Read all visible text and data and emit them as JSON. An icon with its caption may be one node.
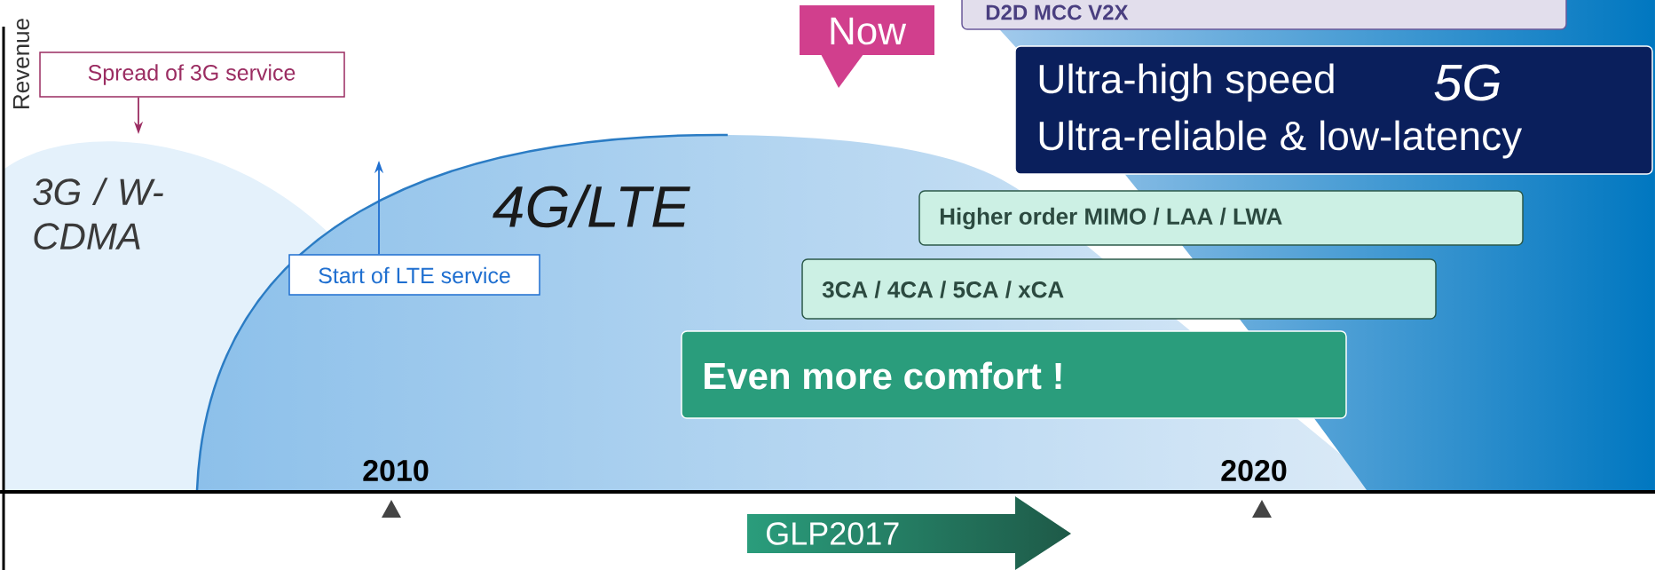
{
  "diagram": {
    "nodes": [
      {
        "text": [
          "Spread of 3G service"
        ]
      },
      {
        "text": [
          "Start of LTE service"
        ]
      },
      {
        "text": [
          "Now"
        ]
      },
      {
        "text": [
          "D2D MCC V2X"
        ]
      },
      {
        "text": [
          "Ultra-high speed",
          "5G",
          "Ultra-reliable & low-latency"
        ]
      },
      {
        "text": [
          "Higher order MIMO / LAA / LWA"
        ]
      },
      {
        "text": [
          "3CA / 4CA / 5CA / xCA"
        ]
      },
      {
        "text": [
          "Even more comfort !"
        ]
      },
      {
        "text": [
          "GLP2017"
        ]
      }
    ],
    "edges": [
      {
        "from": 0,
        "to": null,
        "arrow": "to",
        "color": "#9b2d62"
      },
      {
        "from": 1,
        "to": null,
        "arrow": "to",
        "color": "#1f6fd0"
      }
    ],
    "labels": [
      "Revenue",
      "3G / W-CDMA",
      "4G/LTE",
      "2010",
      "2020"
    ]
  }
}
